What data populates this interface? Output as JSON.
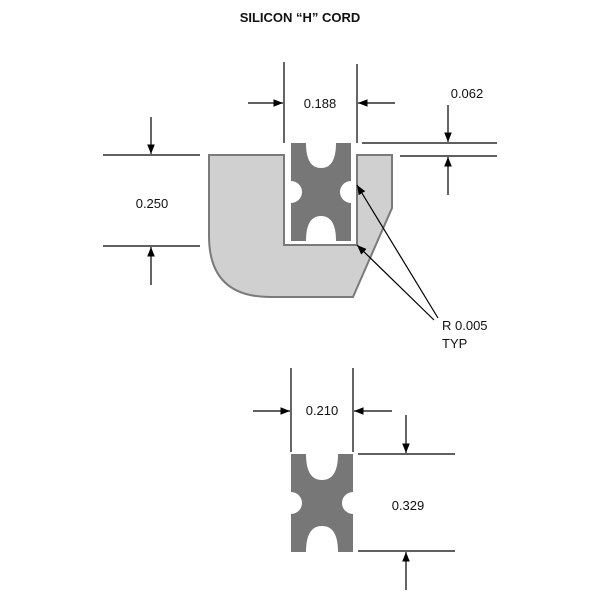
{
  "title": "SILICON “H” CORD",
  "dimensions": {
    "top_width": "0.188",
    "lip_thickness": "0.062",
    "height": "0.250",
    "radius_line1": "R 0.005",
    "radius_line2": "TYP",
    "bottom_width": "0.210",
    "bottom_height": "0.329"
  },
  "colors": {
    "housing": "#d0d0d0",
    "housing_stroke": "#7a7a7a",
    "cord": "#777777"
  }
}
